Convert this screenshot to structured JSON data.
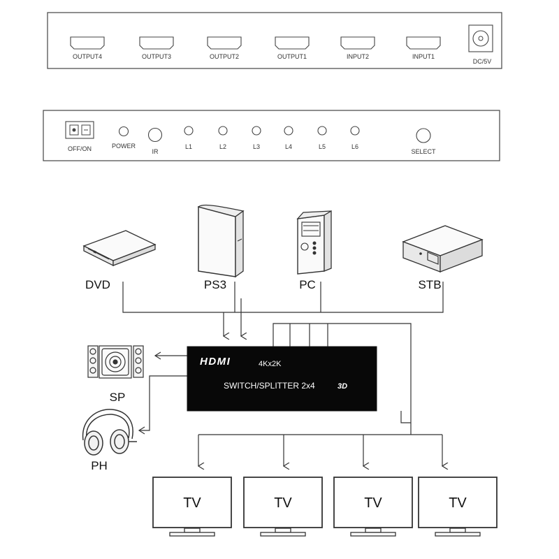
{
  "rear_panel": {
    "ports": [
      "OUTPUT4",
      "OUTPUT3",
      "OUTPUT2",
      "OUTPUT1",
      "INPUT2",
      "INPUT1"
    ],
    "power_port": "DC/5V"
  },
  "front_panel": {
    "switch_label": "OFF/ON",
    "power_label": "POWER",
    "ir_label": "IR",
    "leds": [
      "L1",
      "L2",
      "L3",
      "L4",
      "L5",
      "L6"
    ],
    "select_label": "SELECT"
  },
  "sources": {
    "dvd": "DVD",
    "ps3": "PS3",
    "pc": "PC",
    "stb": "STB"
  },
  "device": {
    "brand": "HDMI",
    "resolution": "4Kx2K",
    "title": "SWITCH/SPLITTER 2x4",
    "badge": "3D"
  },
  "audio_outputs": {
    "speaker": "SP",
    "headphones": "PH"
  },
  "displays": [
    "TV",
    "TV",
    "TV",
    "TV"
  ]
}
